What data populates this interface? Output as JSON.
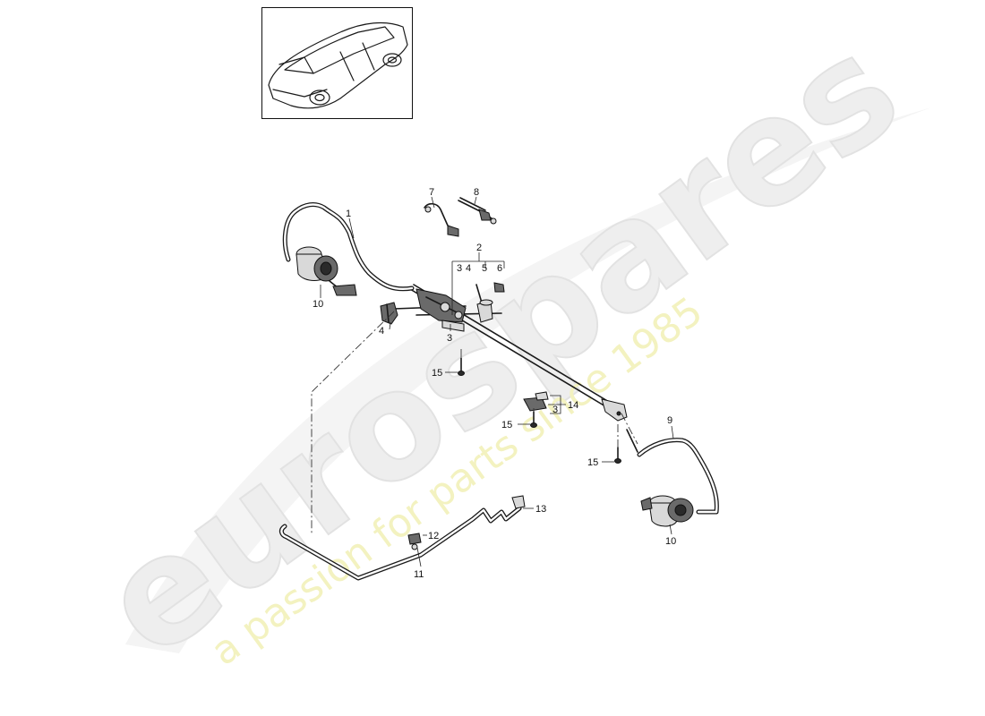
{
  "watermark": {
    "logo": "eurospares",
    "tagline": "a passion for parts since 1985"
  },
  "callouts": {
    "c1": "1",
    "c2": "2",
    "c3a": "3",
    "c4a": "4",
    "c5": "5",
    "c6": "6",
    "c3b": "3",
    "c4b": "4",
    "c7": "7",
    "c8": "8",
    "c9": "9",
    "c10a": "10",
    "c10b": "10",
    "c11": "11",
    "c12": "12",
    "c13": "13",
    "c14": "14",
    "c3c": "3",
    "c15a": "15",
    "c15b": "15",
    "c15c": "15"
  },
  "colors": {
    "line": "#1a1a1a",
    "watermark_logo": "#eeeeee",
    "watermark_tagline": "#f3f2c0"
  }
}
